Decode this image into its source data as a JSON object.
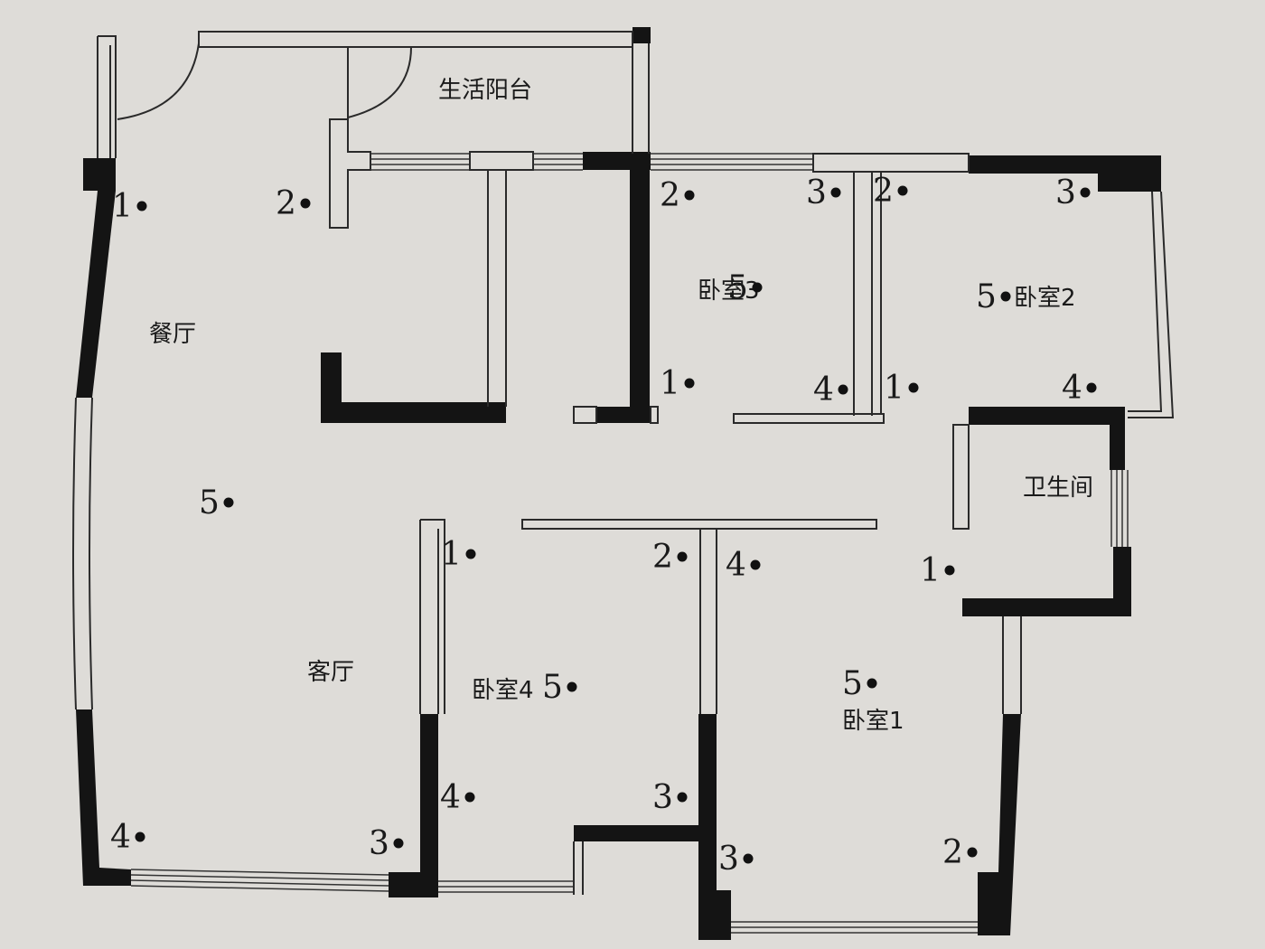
{
  "rooms": [
    {
      "id": "balcony",
      "label": "生活阳台"
    },
    {
      "id": "dining",
      "label": "餐厅"
    },
    {
      "id": "living",
      "label": "客厅"
    },
    {
      "id": "bedroom1",
      "label": "卧室1"
    },
    {
      "id": "bedroom2",
      "label": "卧室2"
    },
    {
      "id": "bedroom3",
      "label": "卧室3"
    },
    {
      "id": "bedroom4",
      "label": "卧室4"
    },
    {
      "id": "bathroom",
      "label": "卫生间"
    }
  ],
  "points": [
    {
      "room": "dining",
      "n": "1"
    },
    {
      "room": "dining",
      "n": "2"
    },
    {
      "room": "living",
      "n": "5"
    },
    {
      "room": "living",
      "n": "4"
    },
    {
      "room": "living",
      "n": "3"
    },
    {
      "room": "bedroom3",
      "n": "2"
    },
    {
      "room": "bedroom3",
      "n": "3"
    },
    {
      "room": "bedroom3",
      "n": "5"
    },
    {
      "room": "bedroom3",
      "n": "1"
    },
    {
      "room": "bedroom3",
      "n": "4"
    },
    {
      "room": "bedroom2",
      "n": "2"
    },
    {
      "room": "bedroom2",
      "n": "3"
    },
    {
      "room": "bedroom2",
      "n": "5"
    },
    {
      "room": "bedroom2",
      "n": "1"
    },
    {
      "room": "bedroom2",
      "n": "4"
    },
    {
      "room": "bathroom",
      "n": "1"
    },
    {
      "room": "bedroom4",
      "n": "1"
    },
    {
      "room": "bedroom4",
      "n": "2"
    },
    {
      "room": "bedroom4",
      "n": "5"
    },
    {
      "room": "bedroom4",
      "n": "4"
    },
    {
      "room": "bedroom4",
      "n": "3"
    },
    {
      "room": "bedroom1",
      "n": "4"
    },
    {
      "room": "bedroom1",
      "n": "5"
    },
    {
      "room": "bedroom1",
      "n": "3"
    },
    {
      "room": "bedroom1",
      "n": "2"
    }
  ]
}
